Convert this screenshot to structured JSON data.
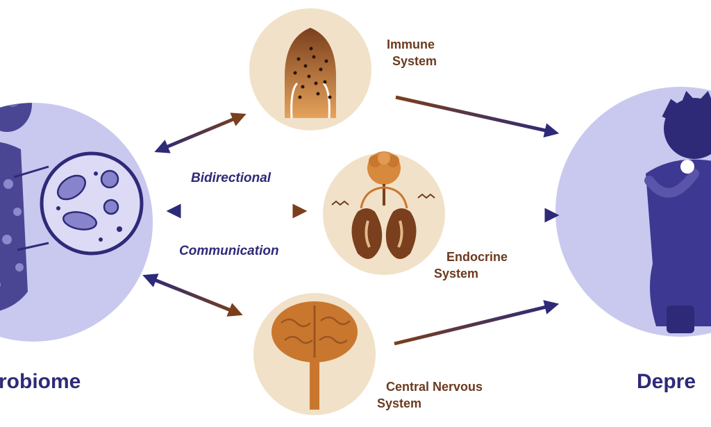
{
  "colors": {
    "navy": "#2e2a78",
    "lavender": "#c9c8ee",
    "brown": "#7a3f1d",
    "tan": "#f1e1c8",
    "orange_brown": "#c9772e"
  },
  "labels": {
    "microbiome": "robiome",
    "depression": "Depre",
    "immune_line1": "Immune",
    "immune_line2": "System",
    "endocrine_line1": "Endocrine",
    "endocrine_line2": "System",
    "cns_line1": "Central Nervous",
    "cns_line2": "System",
    "bidirectional": "Bidirectional",
    "communication": "Communication"
  },
  "icons": {
    "microbiome_figure": "gut-microbiome-person-icon",
    "immune": "immune-cells-icon",
    "endocrine": "hpa-axis-kidneys-icon",
    "cns": "brain-spinal-cord-icon",
    "depression_figure": "depressed-person-icon"
  }
}
